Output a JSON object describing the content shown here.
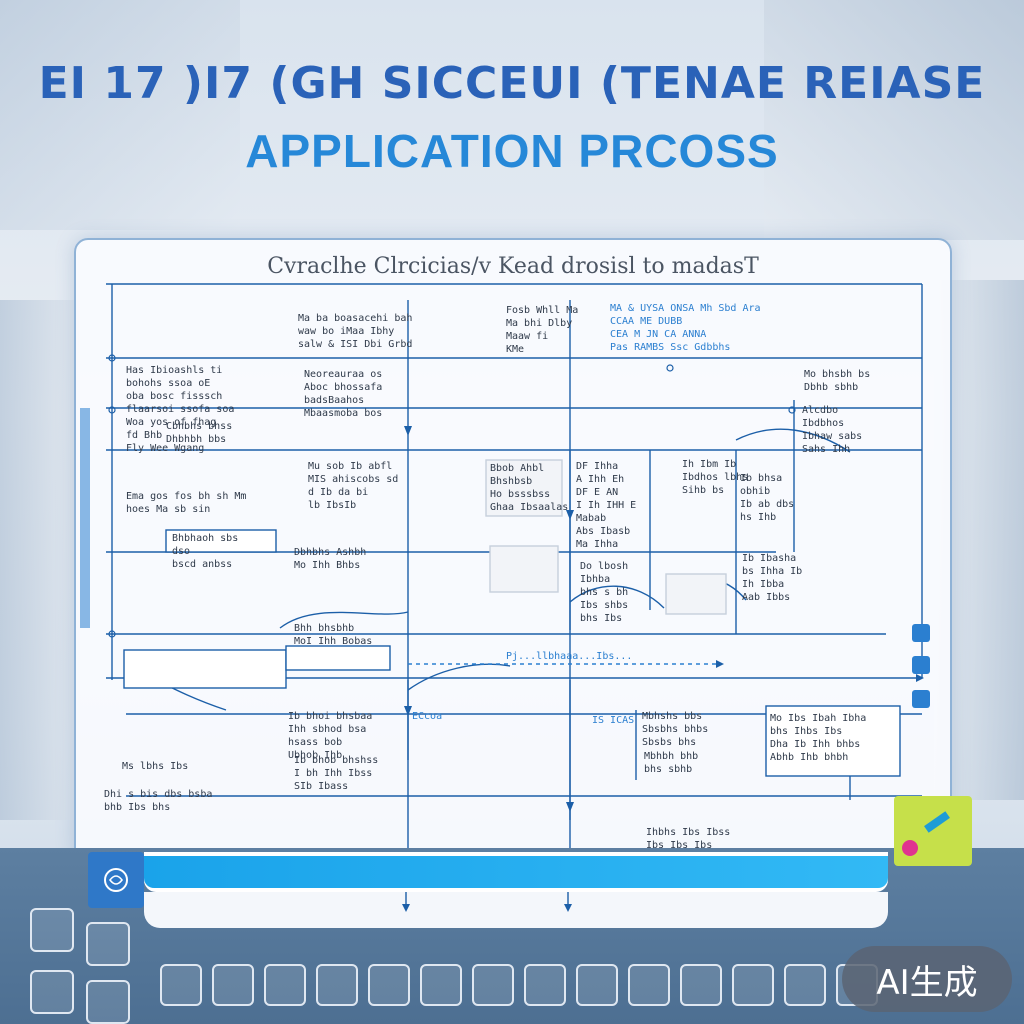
{
  "title_line_1": "EI 17 )I7 (GH SICCEUI (TENAE REIASE",
  "title_line_2": "APPLICATION PRCOSS",
  "panel_heading": "Cvraclhe Clrcicias/v Kead drosisl to madasT",
  "notes": [
    "Ma ba boasacehi bah\nwaw bo iMaa Ibhy\nsalw & ISI Dbi Grbd",
    "Fosb Whll Ma\nMa bhi Dlby\nMaaw fi\nKMe",
    "MA & UYSA ONSA Mh Sbd Ara\nCCAA ME DUBB\nCEA M JN CA ANNA\nPas RAMBS Ssc Gdbbhs",
    "Has Ibioashls ti\nbohohs ssoa oE\noba bosc fisssch\nflaarsoi ssofa soa\nWoa yos of fhag\nfd Bhb\nFly Wee Wgang",
    "Neoreauraa os\nAboc bhossafa\nbadsBaahos\nMbaasmoba bos",
    "Mu sob Ib abfl\nMIS ahiscobs sd\nd Ib da bi\nlb IbsIb",
    "Ema gos fos bh sh Mm\nhoes Ma sb sin",
    "Bbob Ahbl\nBhshbsb\nHo bsssbss\nGhaa Ibsaalas",
    "DF Ihha\nA Ihh Eh\nDF E AN\nI Ih IHH E\nMabab\nAbs Ibasb\nMa Ihha",
    "Ih Ibm Ib\nIbdhos lbhs\nSihb bs",
    "Alcdbo\nIbdbhos\nIbhaw sabs\nSahs Ihh",
    "Ib bhsa\nobhib\nIb ab dbs\nhs Ihb",
    "Ib Ibasha\nbs Ihha Ib\nIh Ibba\nAab Ibbs",
    "Bhbhaoh sbs\ndso\nbscd anbss",
    "Dbhbhs Ashbh\nMo Ihh Bhbs",
    "Bhh bhsbhb\nMoI Ihh Bobas",
    "Do lbosh\nIbhba\nbhs s bh\nIbs shbs\nbhs Ibs",
    "Ib bhoi bhsbaa\nIhh sbhod bsa\nhsass bob\nUbhob Ihb",
    "Ib bhob bhshss\nI bh Ihh Ibss\nSIb Ibass",
    "Mbhshs bbs\nSbsbhs bhbs\nSbsbs bhs",
    "Mbhbh bhb\nbhs sbhb",
    "ECcoa",
    "IS ICAS",
    "Dhi s bis dbs bsba\nbhb Ibs bhs",
    "Mo Ibs Ibah Ibha\nbhs Ihbs Ibs\nDha Ib Ihh bhbs\nAbhb Ihb bhbh",
    "Ihbhs Ibs Ibss\nIbs Ibs Ibs",
    "Cbhbhs bhss\nDhbhbh bbs",
    "Mo bhsbh bs\nDbhb sbhb",
    "Ms lbhs Ibs"
  ],
  "arrow_label": "Pj...llbhaaa...Ibs...",
  "badge_text": "AI生成",
  "colors": {
    "title_dark": "#2a62b8",
    "title_light": "#2688d8",
    "line": "#1c5fa8",
    "accent": "#2b7fd0",
    "progress": "#1aa3ea",
    "band": "#5d7fa1"
  }
}
